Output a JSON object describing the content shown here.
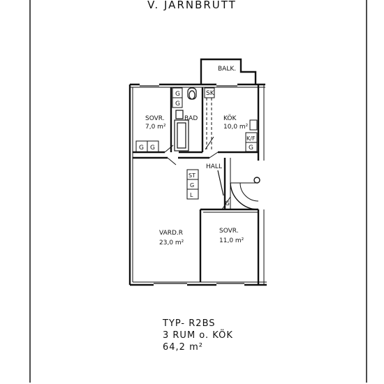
{
  "header": {
    "title": "V. JÄRNBRUTT"
  },
  "rooms": {
    "balcony": "BALK.",
    "bedroom1": {
      "name": "SOVR.",
      "area": "7,0 m²"
    },
    "bath": "BAD",
    "kitchen": {
      "name": "KÖK",
      "area": "10,0 m²"
    },
    "hall": "HALL",
    "living": {
      "name": "VARD.R",
      "area": "23,0 m²"
    },
    "bedroom2": {
      "name": "SOVR.",
      "area": "11,0 m²"
    }
  },
  "fixtures": {
    "wardrobe": "G",
    "storage": "ST",
    "linen": "L",
    "broom": "SK",
    "fridge_freezer": "K/F"
  },
  "info": {
    "type": "TYP- R2BS",
    "rooms": "3 RUM o. KÖK",
    "area": "64,2 m²"
  }
}
